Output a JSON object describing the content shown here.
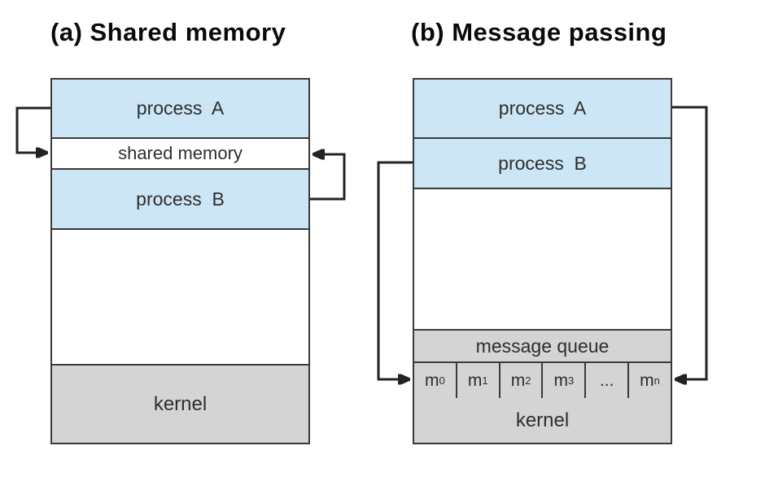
{
  "colors": {
    "process_fill": "#cce6f5",
    "kernel_fill": "#d4d4d4",
    "border": "#3a3a3a",
    "line": "#232323"
  },
  "diagram_a": {
    "title": "(a) Shared memory",
    "bands": {
      "process_a": "process  A",
      "shared_memory": "shared memory",
      "process_b": "process  B",
      "kernel": "kernel"
    }
  },
  "diagram_b": {
    "title": "(b) Message passing",
    "bands": {
      "process_a": "process  A",
      "process_b": "process  B",
      "message_queue": "message queue",
      "kernel": "kernel"
    },
    "queue_cells": [
      {
        "base": "m",
        "sub": "0"
      },
      {
        "base": "m",
        "sub": "1"
      },
      {
        "base": "m",
        "sub": "2"
      },
      {
        "base": "m",
        "sub": "3"
      },
      {
        "base": "...",
        "sub": ""
      },
      {
        "base": "m",
        "sub": "n"
      }
    ]
  }
}
